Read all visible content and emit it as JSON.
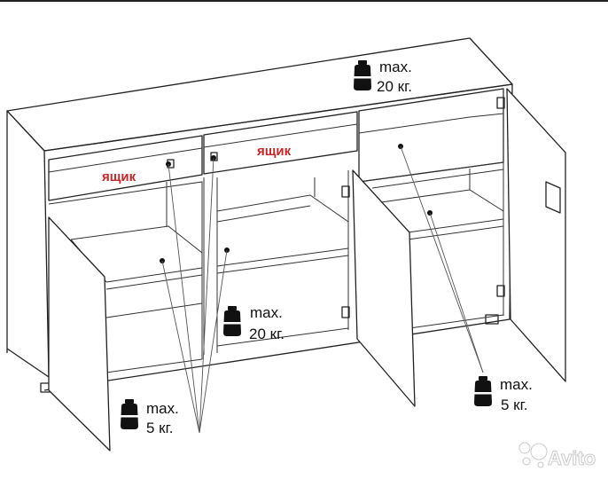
{
  "drawer_labels": [
    "ящик",
    "ящик"
  ],
  "load_limits": {
    "top": [
      "max.",
      "20 кг."
    ],
    "middle_shelf": [
      "max.",
      "20 кг."
    ],
    "left_compartment": [
      "max.",
      "5 кг."
    ],
    "right_compartment": [
      "max.",
      "5 кг."
    ]
  },
  "watermark": "Avito",
  "colors": {
    "drawer_label": "#c62828",
    "line": "#222222"
  }
}
